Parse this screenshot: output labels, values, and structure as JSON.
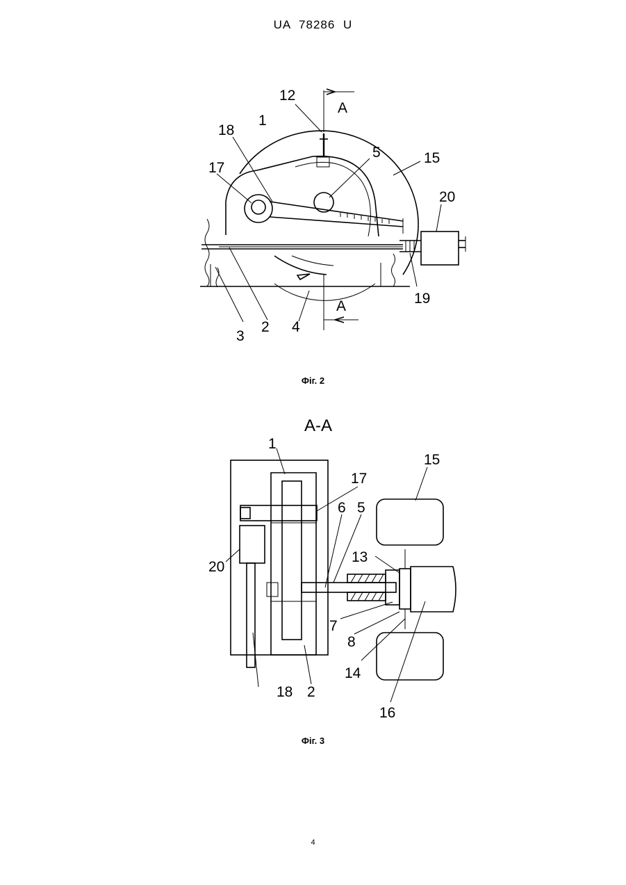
{
  "header": {
    "doc_number": "UA  78286  U"
  },
  "figure2": {
    "caption": "Фіг. 2",
    "section_marks": [
      "A",
      "A"
    ],
    "labels": [
      "12",
      "18",
      "1",
      "5",
      "15",
      "17",
      "20",
      "19",
      "3",
      "2",
      "4"
    ]
  },
  "figure3": {
    "caption": "Фіг. 3",
    "section_title": "A-A",
    "labels": [
      "1",
      "17",
      "6",
      "5",
      "15",
      "13",
      "20",
      "7",
      "8",
      "14",
      "18",
      "2",
      "16"
    ]
  },
  "footer": {
    "page_number": "4"
  }
}
